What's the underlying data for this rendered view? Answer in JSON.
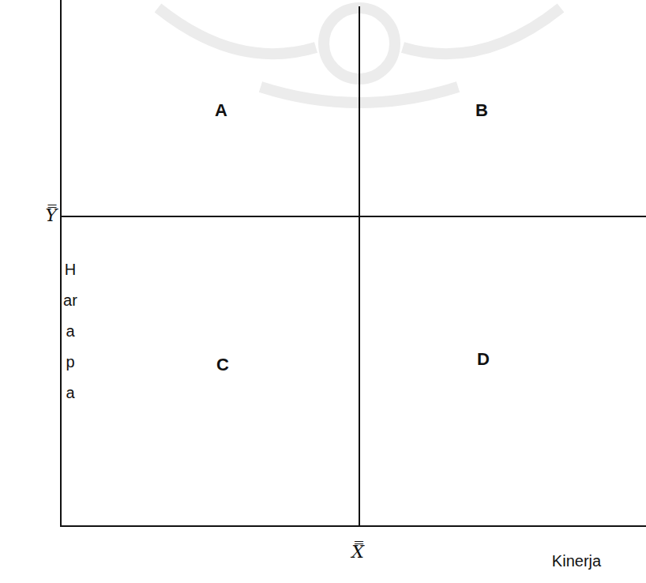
{
  "diagram": {
    "nodes": [
      {
        "text": [
          "A"
        ]
      },
      {
        "text": [
          "B"
        ]
      },
      {
        "text": [
          "C"
        ]
      },
      {
        "text": [
          "D"
        ]
      }
    ],
    "labels": [
      "Y̿",
      "Harapa",
      "X̿",
      "Kinerja"
    ]
  }
}
